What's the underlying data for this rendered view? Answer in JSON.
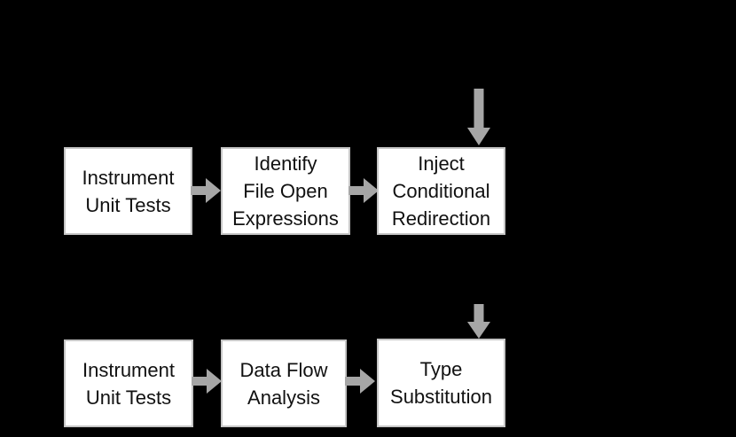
{
  "figure": {
    "colors": {
      "background_color": "#000000",
      "box_fill_color": "#ffffff",
      "box_border_color": "#c6c6c6",
      "arrow_color": "#a6a6a6",
      "text_color": "#111111"
    },
    "flows": [
      {
        "id": "file-open-redirection-pipeline",
        "steps": [
          {
            "label": "Instrument\nUnit Tests"
          },
          {
            "label": "Identify\nFile Open\nExpressions"
          },
          {
            "label": "Inject\nConditional\nRedirection"
          }
        ]
      },
      {
        "id": "type-substitution-pipeline",
        "steps": [
          {
            "label": "Instrument\nUnit Tests"
          },
          {
            "label": "Data Flow\nAnalysis"
          },
          {
            "label": "Type\nSubstitution"
          }
        ]
      }
    ]
  }
}
